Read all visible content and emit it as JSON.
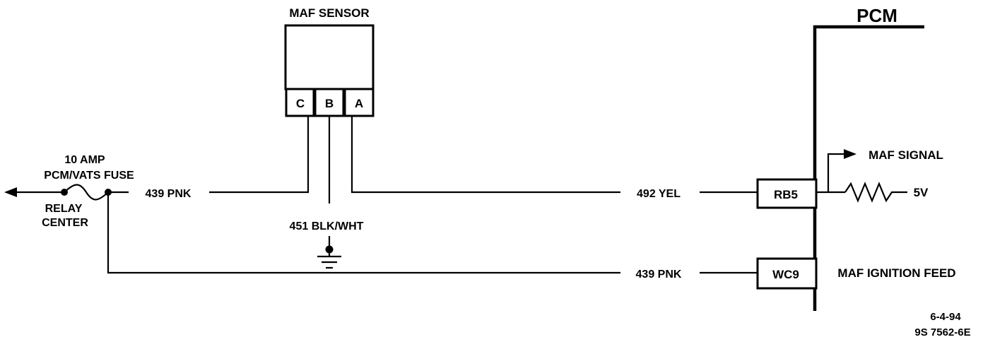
{
  "sensor": {
    "title": "MAF SENSOR",
    "pins": [
      "C",
      "B",
      "A"
    ]
  },
  "pcm": {
    "title": "PCM",
    "terminal_top": "RB5",
    "terminal_bottom": "WC9",
    "signal_label": "MAF SIGNAL",
    "voltage_label": "5V",
    "feed_label": "MAF IGNITION FEED"
  },
  "fuse": {
    "line1": "10 AMP",
    "line2": "PCM/VATS FUSE",
    "relay_line1": "RELAY",
    "relay_line2": "CENTER"
  },
  "wires": {
    "pin_c": "439 PNK",
    "pin_b": "451 BLK/WHT",
    "pin_a": "492 YEL",
    "ignition": "439 PNK"
  },
  "footer": {
    "date": "6-4-94",
    "code": "9S 7562-6E"
  }
}
